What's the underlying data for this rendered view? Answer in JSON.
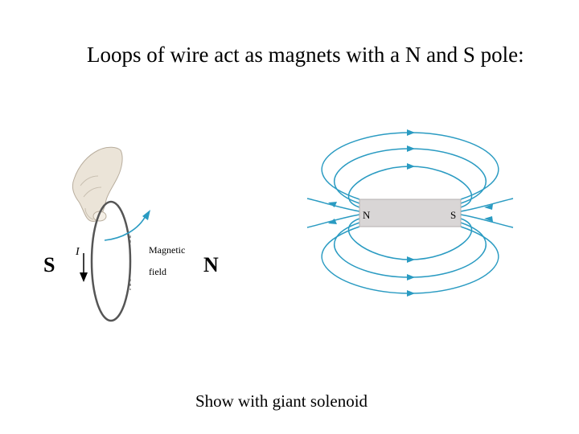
{
  "slide": {
    "title": "Loops of wire act as magnets with a N and S pole:",
    "caption": "Show with giant solenoid"
  },
  "loop_figure": {
    "pole_left": "S",
    "pole_right": "N",
    "current_label": "I",
    "field_label_line1": "Magnetic",
    "field_label_line2": "field"
  },
  "bar_magnet": {
    "north_label": "N",
    "south_label": "S"
  },
  "colors": {
    "field_line": "#2a9bc2",
    "magnet_fill": "#d9d6d6",
    "wire": "#555555"
  }
}
